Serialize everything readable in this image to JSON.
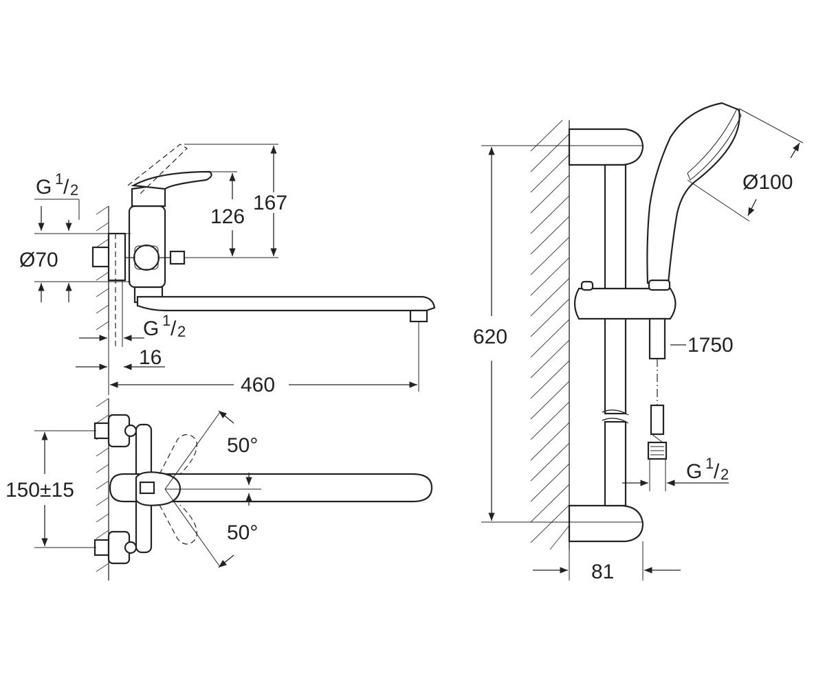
{
  "colors": {
    "line": "#222222",
    "background": "#ffffff"
  },
  "dims": {
    "thread_top": {
      "g": "G",
      "num": "1",
      "den": "2"
    },
    "dia_70": "Ø70",
    "h126": "126",
    "h167": "167",
    "thread_bottom": {
      "g": "G",
      "num": "1",
      "den": "2"
    },
    "d16": "16",
    "d460": "460",
    "angle_top": "50°",
    "angle_bottom": "50°",
    "d150": "150±15",
    "h620": "620",
    "dia_100": "Ø100",
    "hose_1750": "1750",
    "thread_hose": {
      "g": "G",
      "num": "1",
      "den": "2"
    },
    "d81": "81"
  }
}
